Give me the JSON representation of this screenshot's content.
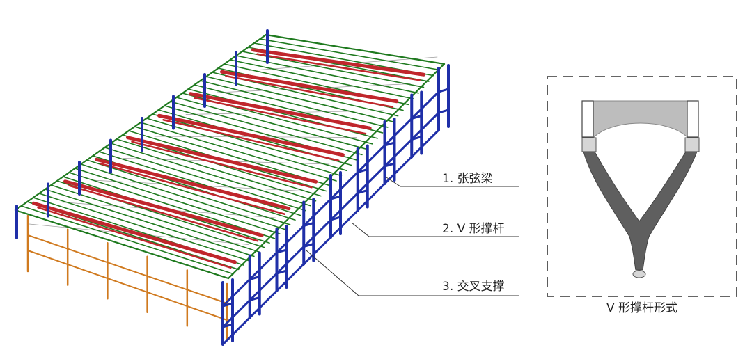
{
  "callouts": [
    {
      "text": "1. 张弦梁"
    },
    {
      "text": "2. V 形撑杆"
    },
    {
      "text": "3. 交叉支撑"
    }
  ],
  "detail": {
    "caption": "V 形撑杆形式"
  },
  "colors": {
    "purlin": "#1f7a1f",
    "truss_chord": "#c0262c",
    "column": "#1f2fa8",
    "side_beam": "#d07a1f",
    "brace": "#9a9a9a",
    "strut_body": "#666666",
    "strut_light": "#bdbdbd"
  }
}
